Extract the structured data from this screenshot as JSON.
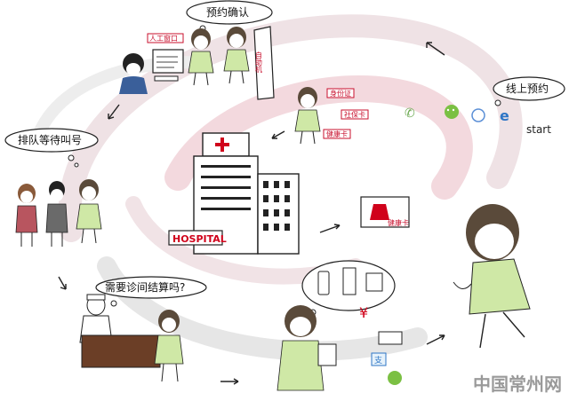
{
  "bubbles": {
    "top": "预约确认",
    "left": "排队等待叫号",
    "right": "线上预约",
    "doctor": "需要诊间结算吗?"
  },
  "labels": {
    "start": "start",
    "hospital": "HOSPITAL",
    "kiosk": "自助机",
    "window": "人工窗口",
    "card1": "身份证",
    "card2": "社保卡",
    "card3": "健康卡",
    "healthcard": "健康卡",
    "pay_char": "支"
  },
  "watermark": "中国常州网",
  "colors": {
    "red": "#d0021b",
    "green": "#cfe8a6",
    "hair": "#5a4a3a",
    "swirl": "#e9d3d8"
  }
}
